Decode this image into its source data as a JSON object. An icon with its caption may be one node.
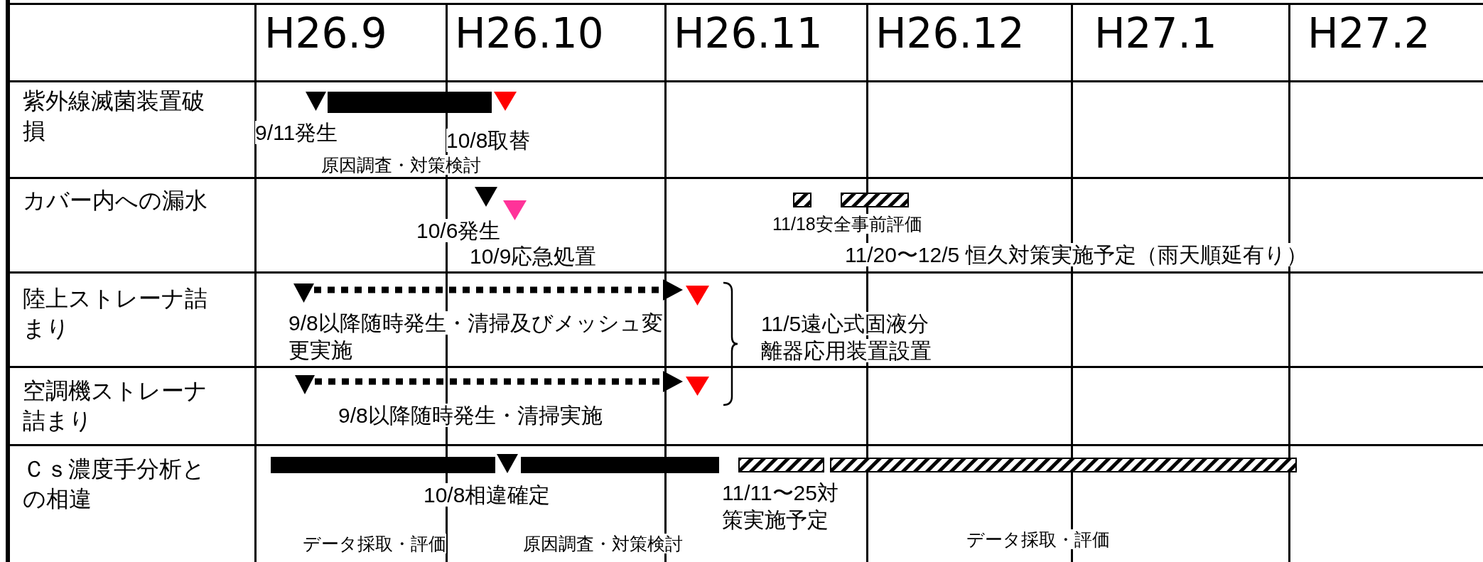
{
  "diagram": {
    "nodes": [
      {
        "text": [],
        "shape": "triangle"
      },
      {
        "text": [],
        "shape": "bar"
      },
      {
        "text": [],
        "shape": "triangle"
      },
      {
        "text": [],
        "shape": "triangle"
      },
      {
        "text": [],
        "shape": "triangle"
      },
      {
        "text": [],
        "shape": "bar"
      },
      {
        "text": [],
        "shape": "bar"
      },
      {
        "text": [],
        "shape": "triangle"
      },
      {
        "text": [],
        "shape": "triangle"
      },
      {
        "text": [],
        "shape": "triangle"
      },
      {
        "text": [],
        "shape": "triangle"
      },
      {
        "text": [],
        "shape": "bar"
      },
      {
        "text": [],
        "shape": "triangle"
      },
      {
        "text": [],
        "shape": "bar"
      },
      {
        "text": [],
        "shape": "bar"
      },
      {
        "text": [],
        "shape": "bar"
      }
    ],
    "edges": [
      {
        "from": 7,
        "to": 8,
        "arrow": "to",
        "style": "dashed"
      },
      {
        "from": 9,
        "to": 10,
        "arrow": "to",
        "style": "dashed"
      }
    ],
    "labels": [
      "H26.9",
      "H26.10",
      "H26.11",
      "H26.12",
      "H27.1",
      "H27.2",
      "紫外線滅菌装置破損",
      "9/11発生",
      "10/8取替",
      "原因調査・対策検討",
      "カバー内への漏水",
      "10/6発生",
      "11/18安全事前評価",
      "10/9応急処置",
      "11/20〜12/5 恒久対策実施予定（雨天順延有り）",
      "陸上ストレーナ詰まり",
      "9/8以降随時発生・清掃及びメッシュ変更実施",
      "11/5遠心式固液分離器応用装置設置",
      "空調機ストレーナ詰まり",
      "9/8以降随時発生・清掃実施",
      "Ｃｓ濃度手分析との相違",
      "10/8相違確定",
      "11/11〜25対策実施予定",
      "データ採取・評価",
      "原因調査・対策検討",
      "データ採取・評価"
    ]
  }
}
